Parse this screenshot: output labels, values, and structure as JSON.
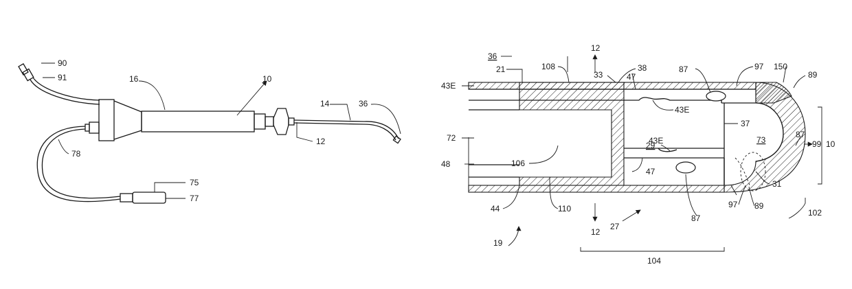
{
  "figure_left": {
    "labels": {
      "l90": "90",
      "l91": "91",
      "l16": "16",
      "l10": "10",
      "l14": "14",
      "l36": "36",
      "l12": "12",
      "l78": "78",
      "l75": "75",
      "l77": "77"
    }
  },
  "figure_right": {
    "labels": {
      "l36u": "36",
      "l12top": "12",
      "l21": "21",
      "l108": "108",
      "l33": "33",
      "l38": "38",
      "l47a": "47",
      "l87a": "87",
      "l97a": "97",
      "l150": "150",
      "l89a": "89",
      "l43Ea": "43E",
      "l43Eb": "43E",
      "l43Ec": "43E",
      "l37": "37",
      "l87b": "87",
      "l10": "10",
      "l72": "72",
      "l29": "29",
      "l73": "73",
      "l99": "99",
      "l48": "48",
      "l106": "106",
      "l47b": "47",
      "l31": "31",
      "l97b": "97",
      "l89b": "89",
      "l44": "44",
      "l110": "110",
      "l87c": "87",
      "l102": "102",
      "l12bot": "12",
      "l27": "27",
      "l19": "19",
      "l104": "104"
    }
  }
}
